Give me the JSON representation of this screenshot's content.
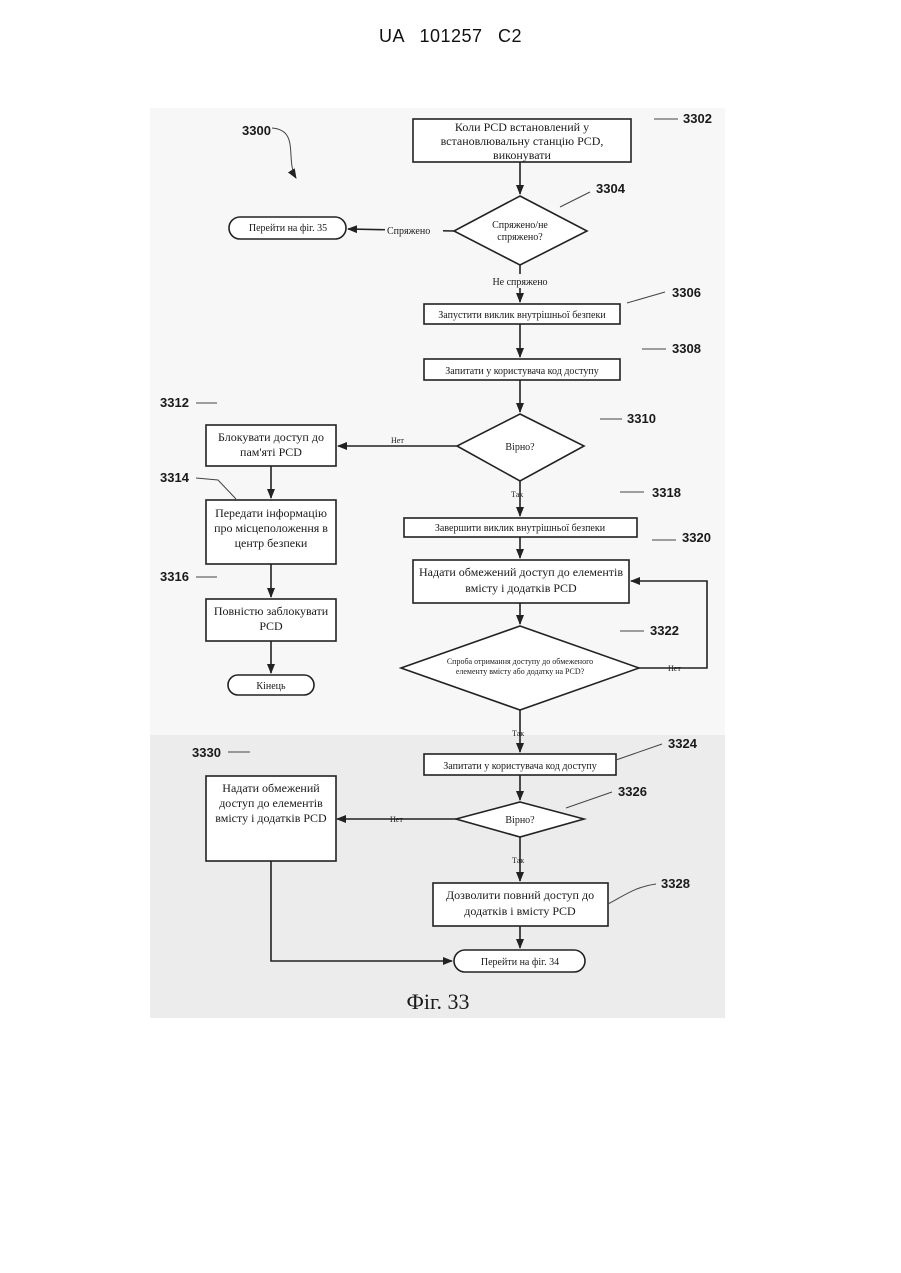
{
  "header": {
    "patent_id": "UA   101257   C2"
  },
  "figure": {
    "ref_main": "3300",
    "caption": "Фіг. 33",
    "refs": {
      "r3302": "3302",
      "r3304": "3304",
      "r3306": "3306",
      "r3308": "3308",
      "r3310": "3310",
      "r3312": "3312",
      "r3314": "3314",
      "r3316": "3316",
      "r3318": "3318",
      "r3320": "3320",
      "r3322": "3322",
      "r3324": "3324",
      "r3326": "3326",
      "r3328": "3328",
      "r3330": "3330"
    },
    "nodes": {
      "n3302": [
        "Коли PCD встановлений у",
        "встановлювальну станцію PCD,",
        "виконувати"
      ],
      "n3304": [
        "Спряжено/не",
        "спряжено?"
      ],
      "goto35": "Перейти на фіг. 35",
      "n3306": "Запустити виклик внутрішньої безпеки",
      "n3308": "Запитати у користувача код доступу",
      "n3310": "Вірно?",
      "n3312": [
        "Блокувати доступ до",
        "пам'яті PCD"
      ],
      "n3314": [
        "Передати інформацію",
        "про місцеположення в",
        "центр безпеки"
      ],
      "n3316": [
        "Повністю заблокувати",
        "PCD"
      ],
      "end": "Кінець",
      "n3318": "Завершити виклик внутрішньої безпеки",
      "n3320": [
        "Надати обмежений доступ до елементів",
        "вмісту і додатків PCD"
      ],
      "n3322": [
        "Спроба отримання доступу до обмеженого",
        "елементу вмісту або додатку на PCD?"
      ],
      "n3324": "Запитати у користувача код доступу",
      "n3326": "Вірно?",
      "n3328": [
        "Дозволити повний доступ до",
        "додатків і вмісту PCD"
      ],
      "n3330": [
        "Надати обмежений",
        "доступ до елементів",
        "вмісту і додатків PCD"
      ],
      "goto34": "Перейти на фіг. 34"
    },
    "edge_labels": {
      "paired": "Спряжено",
      "not_paired": "Не спряжено",
      "no_3310": "Нет",
      "yes_3310": "Так",
      "no_3322": "Нет",
      "yes_3322": "Так",
      "no_3326": "Нет",
      "yes_3326": "Так"
    }
  }
}
